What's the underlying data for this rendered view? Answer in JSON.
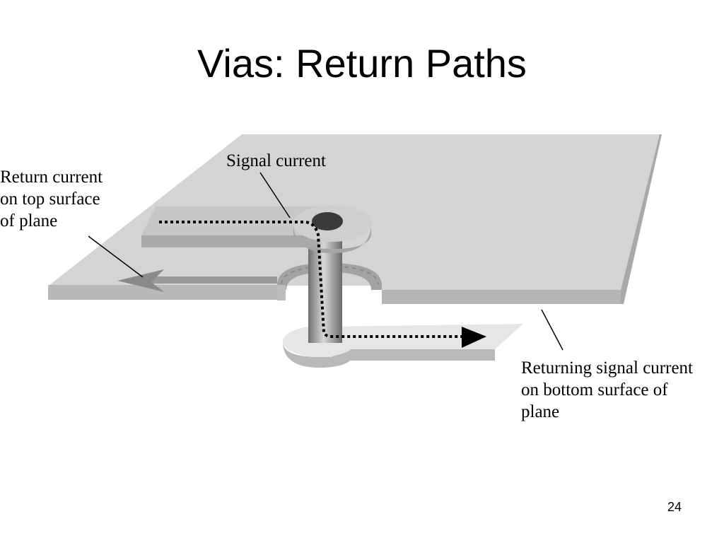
{
  "slide": {
    "title": "Vias: Return Paths",
    "page_number": "24"
  },
  "labels": {
    "signal_current": "Signal current",
    "return_top": [
      "Return current",
      "on top surface",
      "of plane"
    ],
    "return_bottom": [
      "Returning signal current",
      "on bottom surface of",
      "plane"
    ]
  },
  "colors": {
    "plane_top": "#d4d4d4",
    "plane_edge": "#b3b3b3",
    "trace_top": "#bdbdbd",
    "via_barrel": "#8c8c8c",
    "pad_hole": "#3a3a3a"
  }
}
